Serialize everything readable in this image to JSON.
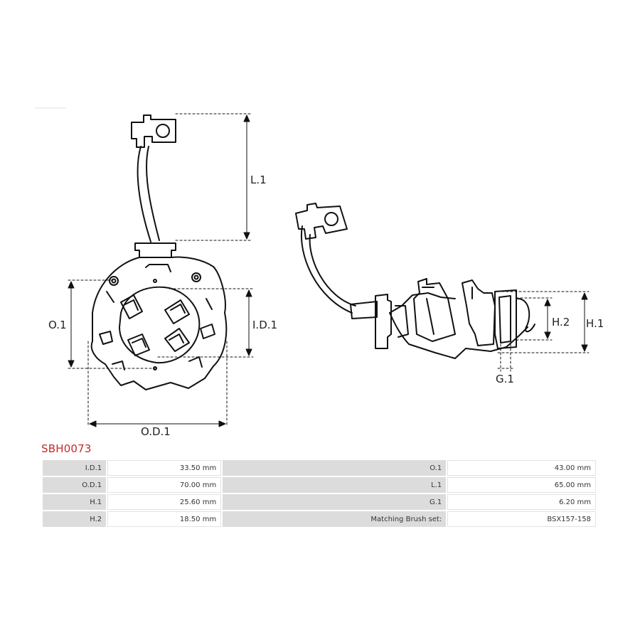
{
  "product": {
    "code": "SBH0073"
  },
  "dimension_labels": {
    "l1": "L.1",
    "o1": "O.1",
    "id1": "I.D.1",
    "od1": "O.D.1",
    "h1": "H.1",
    "h2": "H.2",
    "g1": "G.1"
  },
  "specs": [
    {
      "label_a": "I.D.1",
      "value_a": "33.50 mm",
      "label_b": "O.1",
      "value_b": "43.00 mm"
    },
    {
      "label_a": "O.D.1",
      "value_a": "70.00 mm",
      "label_b": "L.1",
      "value_b": "65.00 mm"
    },
    {
      "label_a": "H.1",
      "value_a": "25.60 mm",
      "label_b": "G.1",
      "value_b": "6.20 mm"
    },
    {
      "label_a": "H.2",
      "value_a": "18.50 mm",
      "label_b": "Matching Brush set:",
      "value_b": "BSX157-158"
    }
  ],
  "colors": {
    "accent": "#c62828",
    "label_cell": "#dcdcdc",
    "line": "#111111"
  }
}
